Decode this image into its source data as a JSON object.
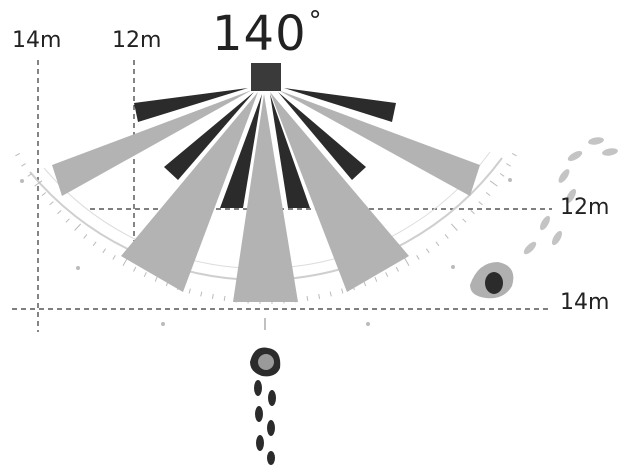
{
  "diagram": {
    "detection_angle": "140",
    "degree_symbol": "°",
    "distance_labels": {
      "far_left": "14m",
      "near_left": "12m",
      "near_right": "12m",
      "far_right": "14m"
    },
    "colors": {
      "long_zone": "#b3b3b3",
      "short_zone": "#2b2b2b",
      "sensor": "#3a3a3a",
      "guide_line": "#333333",
      "arc": "#cfcfcf"
    }
  }
}
